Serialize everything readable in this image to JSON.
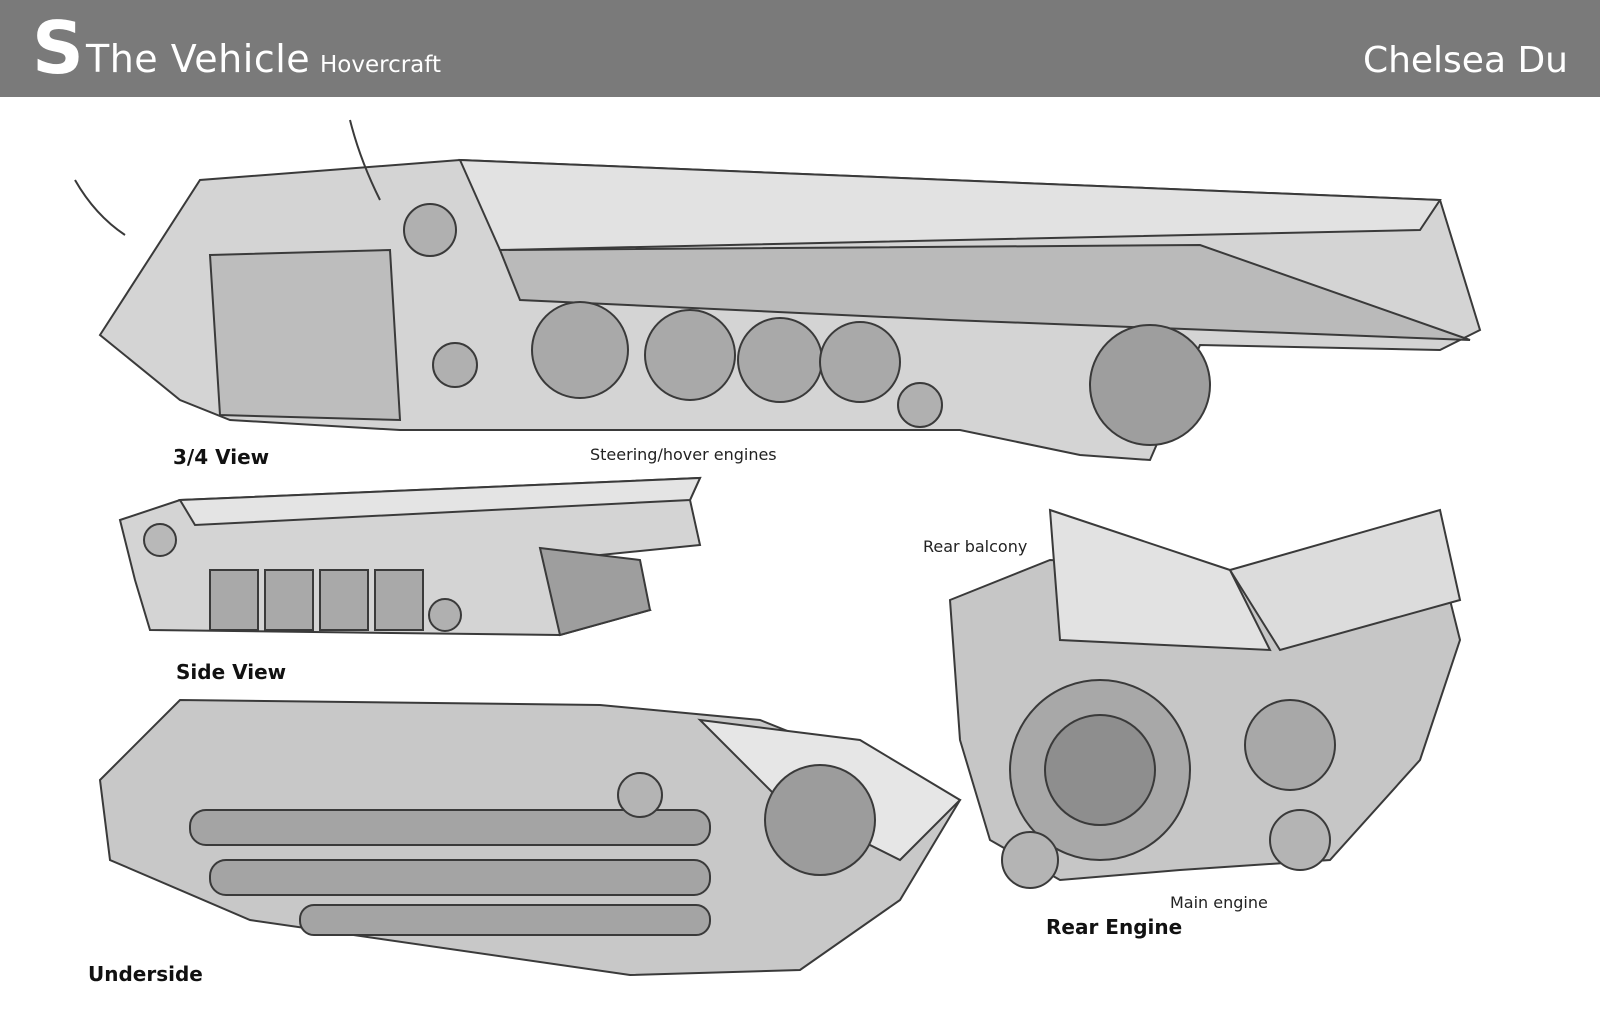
{
  "header": {
    "logo_letter": "S",
    "title": "The Vehicle",
    "subtitle": "Hovercraft",
    "author": "Chelsea Du"
  },
  "labels": {
    "three_quarter_view": "3/4 View",
    "steering_engines": "Steering/hover engines",
    "side_view": "Side View",
    "underside": "Underside",
    "rear_balcony": "Rear balcony",
    "main_engine": "Main engine",
    "rear_engine": "Rear Engine"
  },
  "colors": {
    "header_bg": "#7a7a7a",
    "header_text": "#ffffff",
    "sketch_fill": "#c9c9c9",
    "sketch_stroke": "#3a3a3a"
  }
}
